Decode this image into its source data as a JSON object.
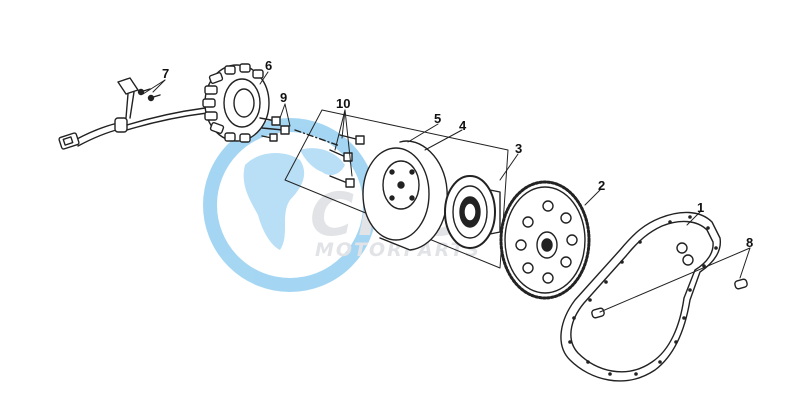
{
  "watermark": {
    "logo_text": "CMS",
    "caption": "MOTORPARTS",
    "color": "#5bb6ea",
    "gray": "#c9cdd2"
  },
  "callouts": [
    "1",
    "2",
    "3",
    "4",
    "5",
    "6",
    "7",
    "8",
    "9",
    "10"
  ],
  "colors": {
    "line": "#222222",
    "background": "#ffffff"
  }
}
